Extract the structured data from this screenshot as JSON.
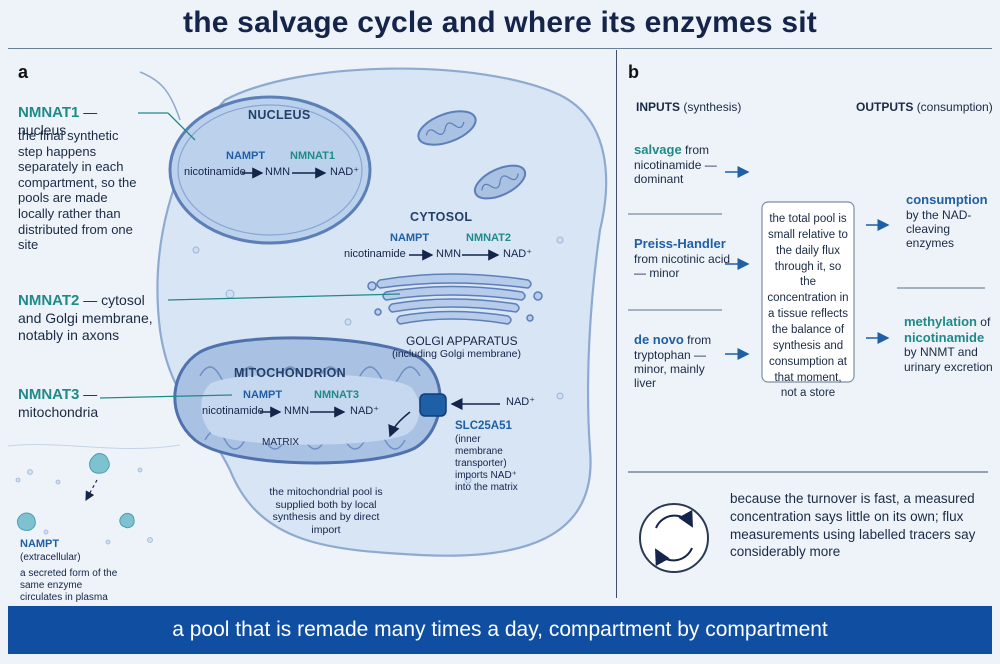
{
  "title": "the salvage cycle and where its enzymes sit",
  "panel_a": {
    "label": "a",
    "nmnat1": {
      "name": "NMNAT1",
      "rest": " — nucleus",
      "desc": "the final synthetic step happens separately in each compartment, so the pools are made locally rather than distributed from one site"
    },
    "nmnat2": {
      "name": "NMNAT2",
      "rest": " — cytosol and Golgi membrane, notably in axons"
    },
    "nmnat3": {
      "name": "NMNAT3",
      "rest": " — mitochondria"
    },
    "nucleus": {
      "label": "NUCLEUS",
      "enzyme1": "NAMPT",
      "enzyme2": "NMNAT1",
      "substrate": "nicotinamide",
      "mid": "NMN",
      "product": "NAD⁺"
    },
    "cytosol": {
      "label": "CYTOSOL",
      "enzyme1": "NAMPT",
      "enzyme2": "NMNAT2",
      "substrate": "nicotinamide",
      "mid": "NMN",
      "product": "NAD⁺"
    },
    "golgi": {
      "label": "GOLGI APPARATUS",
      "sub": "(including Golgi membrane)"
    },
    "mito": {
      "label": "MITOCHONDRION",
      "enzyme1": "NAMPT",
      "enzyme2": "NMNAT3",
      "substrate": "nicotinamide",
      "mid": "NMN",
      "product": "NAD⁺",
      "matrix": "MATRIX",
      "import_nad": "NAD⁺",
      "transporter": "SLC25A51",
      "transporter_desc": "(inner membrane transporter) imports NAD⁺ into the matrix",
      "note": "the mitochondrial pool is supplied both by local synthesis and by direct import"
    },
    "extracellular": {
      "name": "NAMPT",
      "sub": "(extracellular)",
      "desc": "a secreted form of the same enzyme circulates in plasma"
    }
  },
  "panel_b": {
    "label": "b",
    "inputs_header": "INPUTS",
    "inputs_sub": "(synthesis)",
    "outputs_header": "OUTPUTS",
    "outputs_sub": "(consumption)",
    "inputs": [
      {
        "name": "salvage",
        "rest": " from nicotinamide — dominant"
      },
      {
        "name": "Preiss-Handler",
        "rest": " from nicotinic acid — minor"
      },
      {
        "name": "de novo",
        "rest": " from tryptophan — minor, mainly liver"
      }
    ],
    "center": "the total pool is small relative to the daily flux through it, so the concentration in a tissue reflects the balance of synthesis and consumption at that moment, not a store",
    "outputs": [
      {
        "name": "consumption",
        "rest": " by the NAD-cleaving enzymes"
      },
      {
        "pre": "methylation",
        "mid": " of ",
        "name": "nicotinamide",
        "rest": " by NNMT and urinary excretion"
      }
    ],
    "turnover_note": "because the turnover is fast, a measured concentration says little on its own; flux measurements using labelled tracers say considerably more"
  },
  "footer": "a pool that is remade many times a day, compartment by compartment",
  "colors": {
    "accent_teal": "#1f8a8a",
    "accent_blue": "#1f5fa6",
    "footer_bg": "#0f4ea1"
  }
}
